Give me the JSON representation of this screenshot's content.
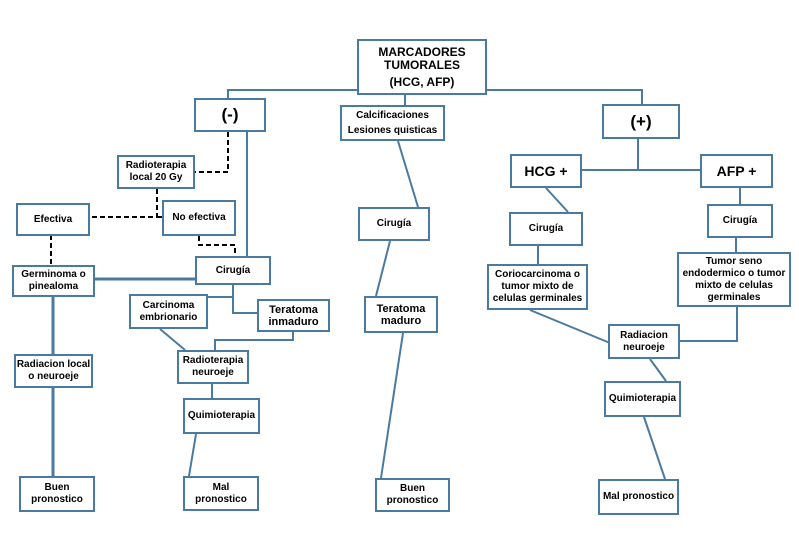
{
  "root": {
    "line1": "MARCADORES",
    "line2": "TUMORALES",
    "line3": "(HCG, AFP)"
  },
  "neg": "(-)",
  "pos": "(+)",
  "calc": {
    "line1": "Calcificaciones",
    "line2": "Lesiones quisticas"
  },
  "radio_local": {
    "line1": "Radioterapia",
    "line2": "local 20 Gy"
  },
  "efectiva": "Efectiva",
  "no_efectiva": "No efectiva",
  "germinoma": {
    "line1": "Germinoma o",
    "line2": "pinealoma"
  },
  "cirugia_neg": "Cirugía",
  "carcinoma": {
    "line1": "Carcinoma",
    "line2": "embrionario"
  },
  "teratoma_inm": {
    "line1": "Teratoma",
    "line2": "inmaduro"
  },
  "radiacion_left": {
    "line1": "Radiacion local",
    "line2": "o neuroeje"
  },
  "radio_neuroeje": {
    "line1": "Radioterapia",
    "line2": "neuroeje"
  },
  "quimio_left": "Quimioterapia",
  "buen_left": {
    "line1": "Buen",
    "line2": "pronostico"
  },
  "mal_left": {
    "line1": "Mal",
    "line2": "pronostico"
  },
  "cirugia_mid": "Cirugía",
  "teratoma_mad": {
    "line1": "Teratoma",
    "line2": "maduro"
  },
  "buen_mid": {
    "line1": "Buen",
    "line2": "pronostico"
  },
  "hcg": "HCG +",
  "afp": "AFP +",
  "cirugia_hcg": "Cirugía",
  "cirugia_afp": "Cirugía",
  "corio": {
    "line1": "Coriocarcinoma o",
    "line2": "tumor mixto de",
    "line3": "celulas germinales"
  },
  "seno": {
    "line1": "Tumor seno",
    "line2": "endodermico o tumor",
    "line3": "mixto de celulas",
    "line4": "germinales"
  },
  "radiacion_right": {
    "line1": "Radiacion",
    "line2": "neuroeje"
  },
  "quimio_right": "Quimioterapia",
  "mal_right": "Mal pronostico",
  "colors": {
    "line": "#4a7aa0",
    "box_border": "#4a7aa0",
    "dashed": "#000000"
  }
}
